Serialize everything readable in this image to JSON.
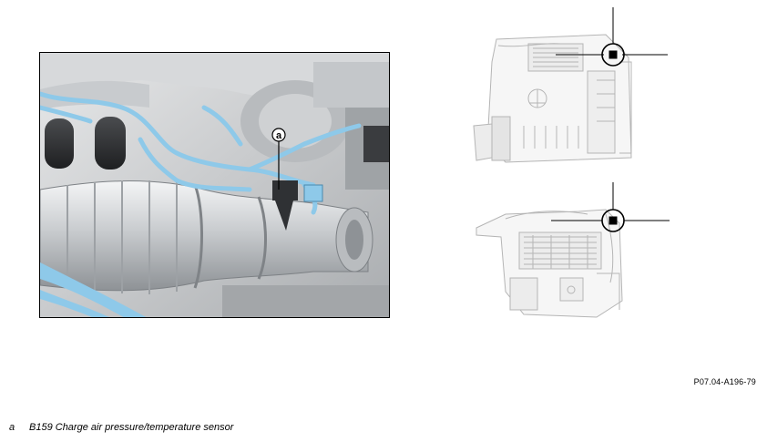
{
  "figure": {
    "callout_letter": "a",
    "code": "P07.04-A196-79"
  },
  "legend": [
    {
      "key": "a",
      "text": "B159 Charge air pressure/temperature sensor"
    }
  ],
  "colors": {
    "wiring": "#8ec9e9",
    "engine_gray": "#bfc2c5",
    "dark_part": "#2f3134",
    "locator_line": "#b5b5b5",
    "marker": "#000000"
  }
}
